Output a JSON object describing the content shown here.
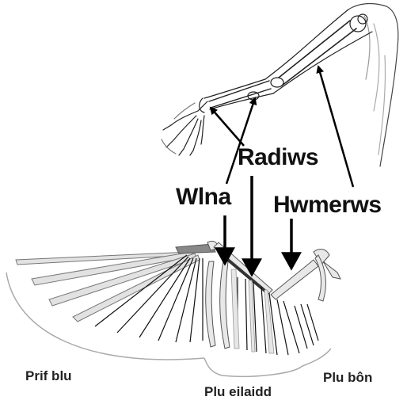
{
  "labels": {
    "radius": "Radiws",
    "ulna": "Wlna",
    "humerus": "Hwmerws",
    "primaries": "Prif blu",
    "secondaries": "Plu eilaidd",
    "tertiaries": "Plu bôn"
  }
}
